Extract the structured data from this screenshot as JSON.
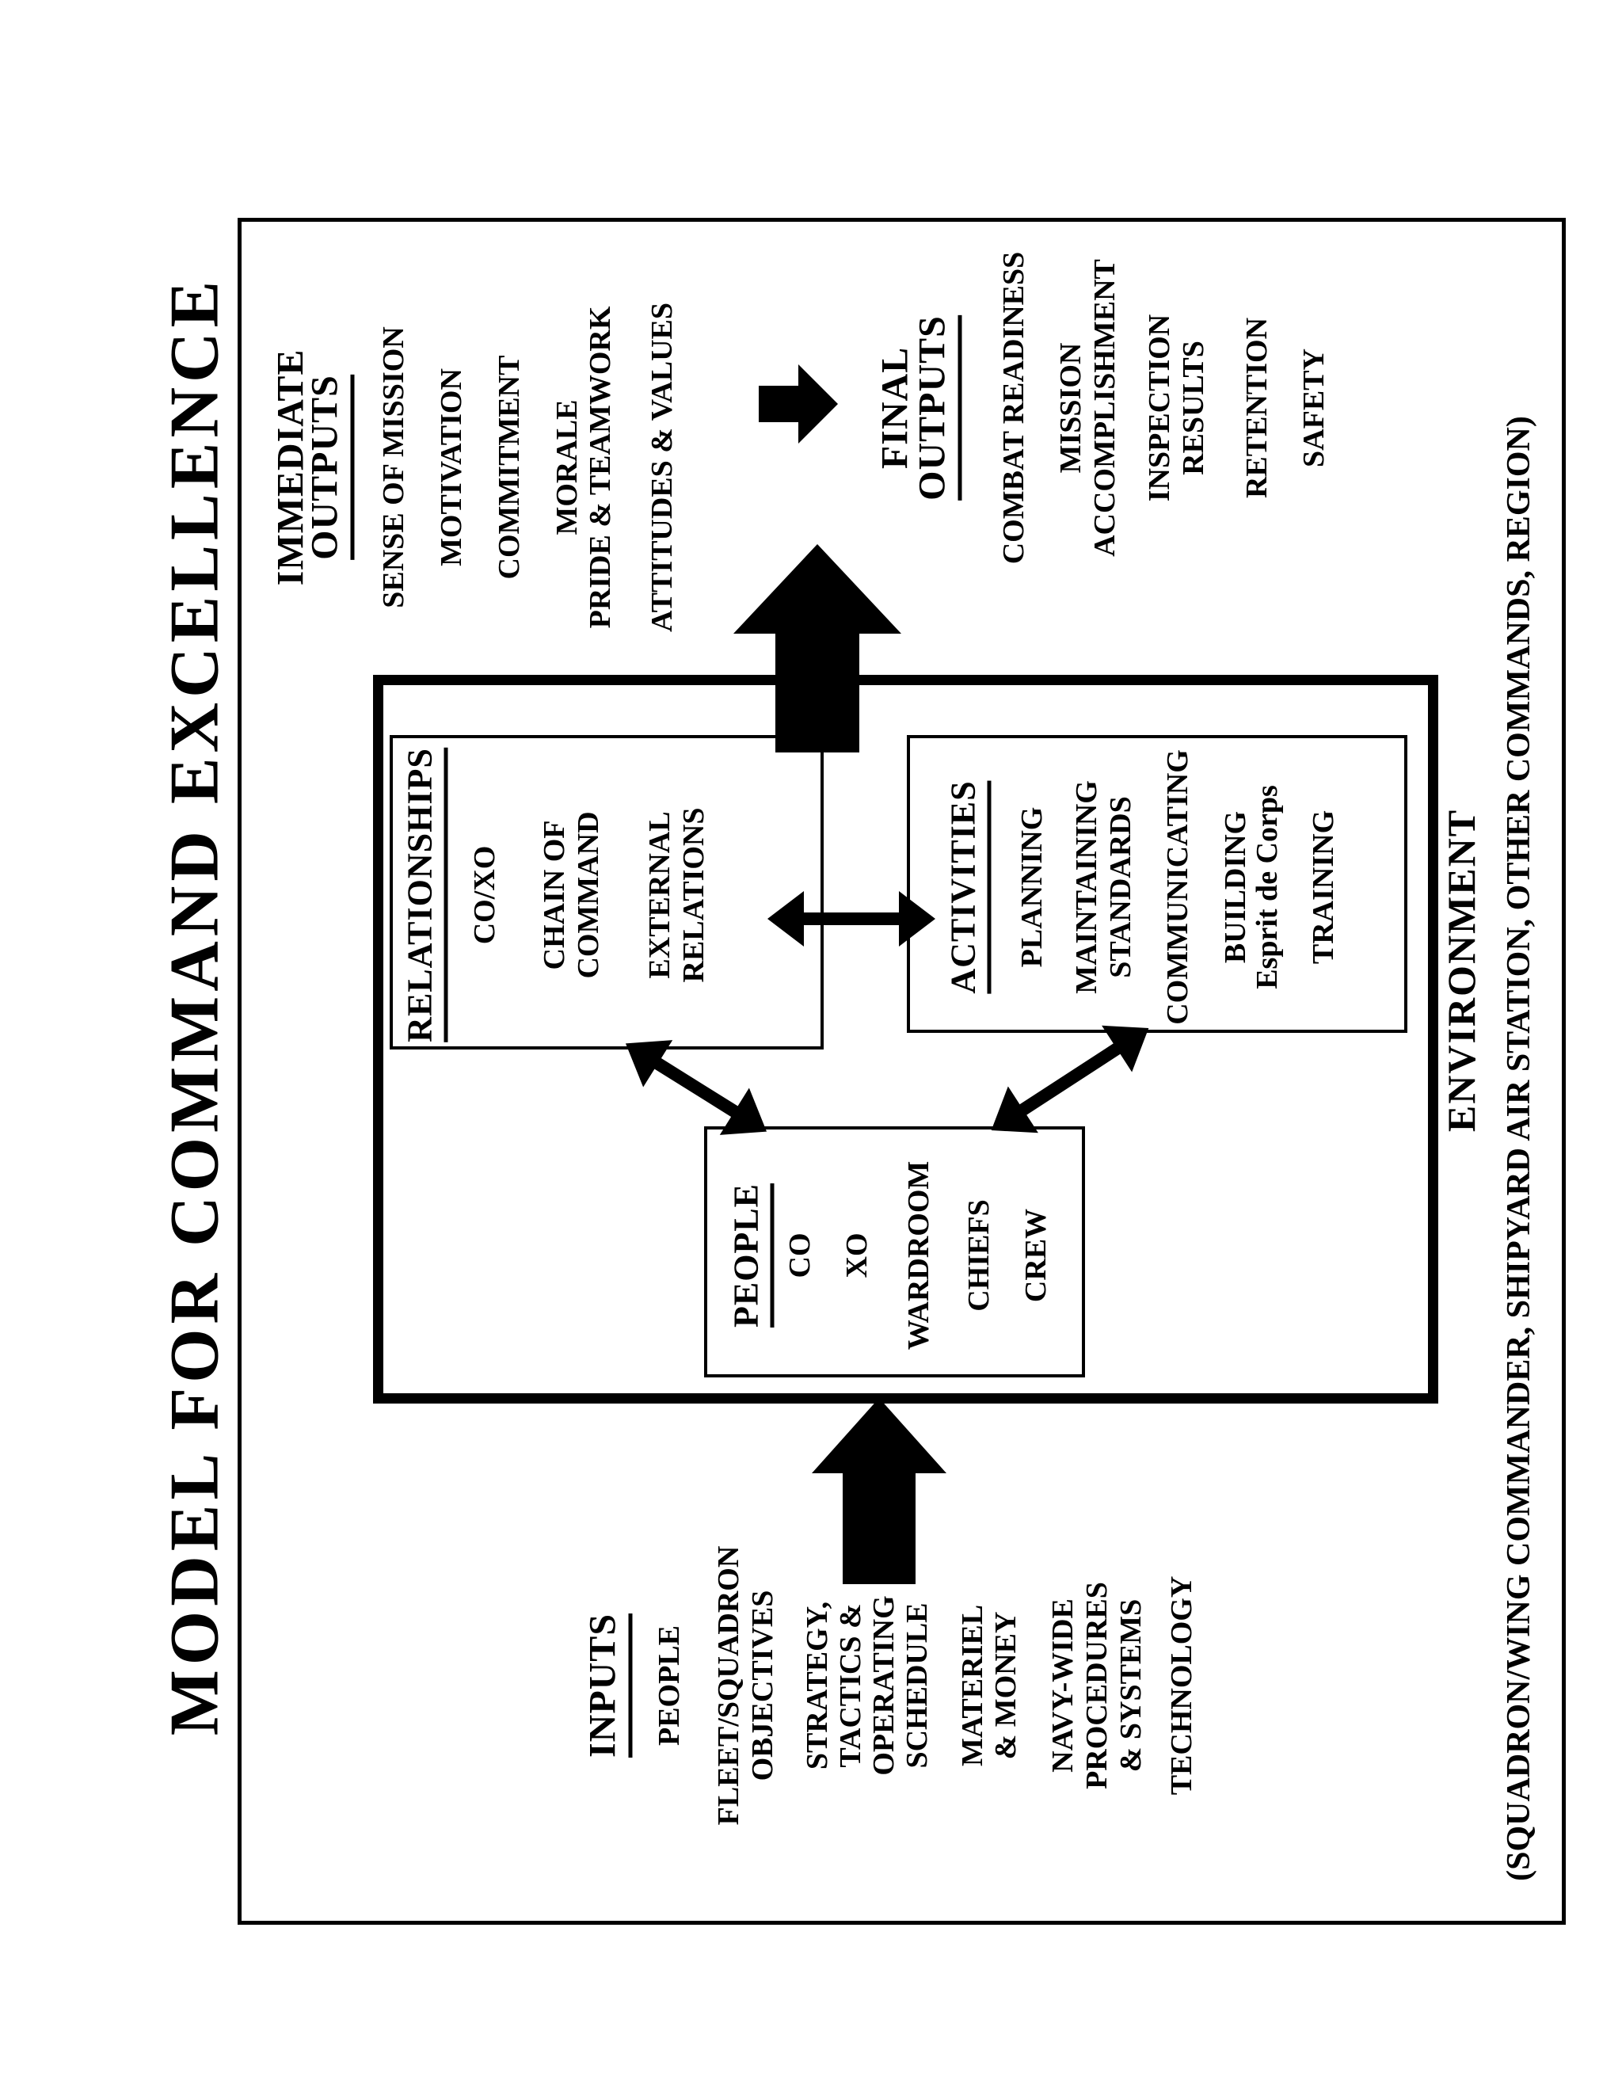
{
  "colors": {
    "ink": "#000000",
    "paper": "#ffffff"
  },
  "title": "MODEL FOR COMMAND EXCELLENCE",
  "inputs": {
    "heading": "INPUTS",
    "items": [
      [
        "PEOPLE"
      ],
      [
        "FLEET/SQUADRON",
        "OBJECTIVES"
      ],
      [
        "STRATEGY,",
        "TACTICS &",
        "OPERATING",
        "SCHEDULE"
      ],
      [
        "MATERIEL",
        "& MONEY"
      ],
      [
        "NAVY-WIDE",
        "PROCEDURES",
        "& SYSTEMS"
      ],
      [
        "TECHNOLOGY"
      ]
    ]
  },
  "environment": {
    "label": "ENVIRONMENT",
    "caption": "(SQUADRON/WING COMMANDER, SHIPYARD AIR STATION, OTHER COMMANDS, REGION)",
    "people": {
      "heading": "PEOPLE",
      "items": [
        "CO",
        "XO",
        "WARDROOM",
        "CHIEFS",
        "CREW"
      ]
    },
    "relationships": {
      "heading": "RELATIONSHIPS",
      "items": [
        [
          "CO/XO"
        ],
        [
          "CHAIN OF",
          "COMMAND"
        ],
        [
          "EXTERNAL",
          "RELATIONS"
        ]
      ]
    },
    "activities": {
      "heading": "ACTIVITIES",
      "items": [
        [
          "PLANNING"
        ],
        [
          "MAINTAINING",
          "STANDARDS"
        ],
        [
          "COMMUNICATING"
        ],
        [
          "BUILDING",
          "Esprit de Corps"
        ],
        [
          "TRAINING"
        ]
      ]
    }
  },
  "immediate_outputs": {
    "heading": [
      "IMMEDIATE",
      "OUTPUTS"
    ],
    "items": [
      [
        "SENSE OF MISSION"
      ],
      [
        "MOTIVATION"
      ],
      [
        "COMMITMENT"
      ],
      [
        "MORALE",
        "PRIDE & TEAMWORK"
      ],
      [
        "ATTITUDES & VALUES"
      ]
    ]
  },
  "final_outputs": {
    "heading": [
      "FINAL",
      "OUTPUTS"
    ],
    "items": [
      [
        "COMBAT READINESS"
      ],
      [
        "MISSION",
        "ACCOMPLISHMENT"
      ],
      [
        "INSPECTION",
        "RESULTS"
      ],
      [
        "RETENTION"
      ],
      [
        "SAFETY"
      ]
    ]
  }
}
